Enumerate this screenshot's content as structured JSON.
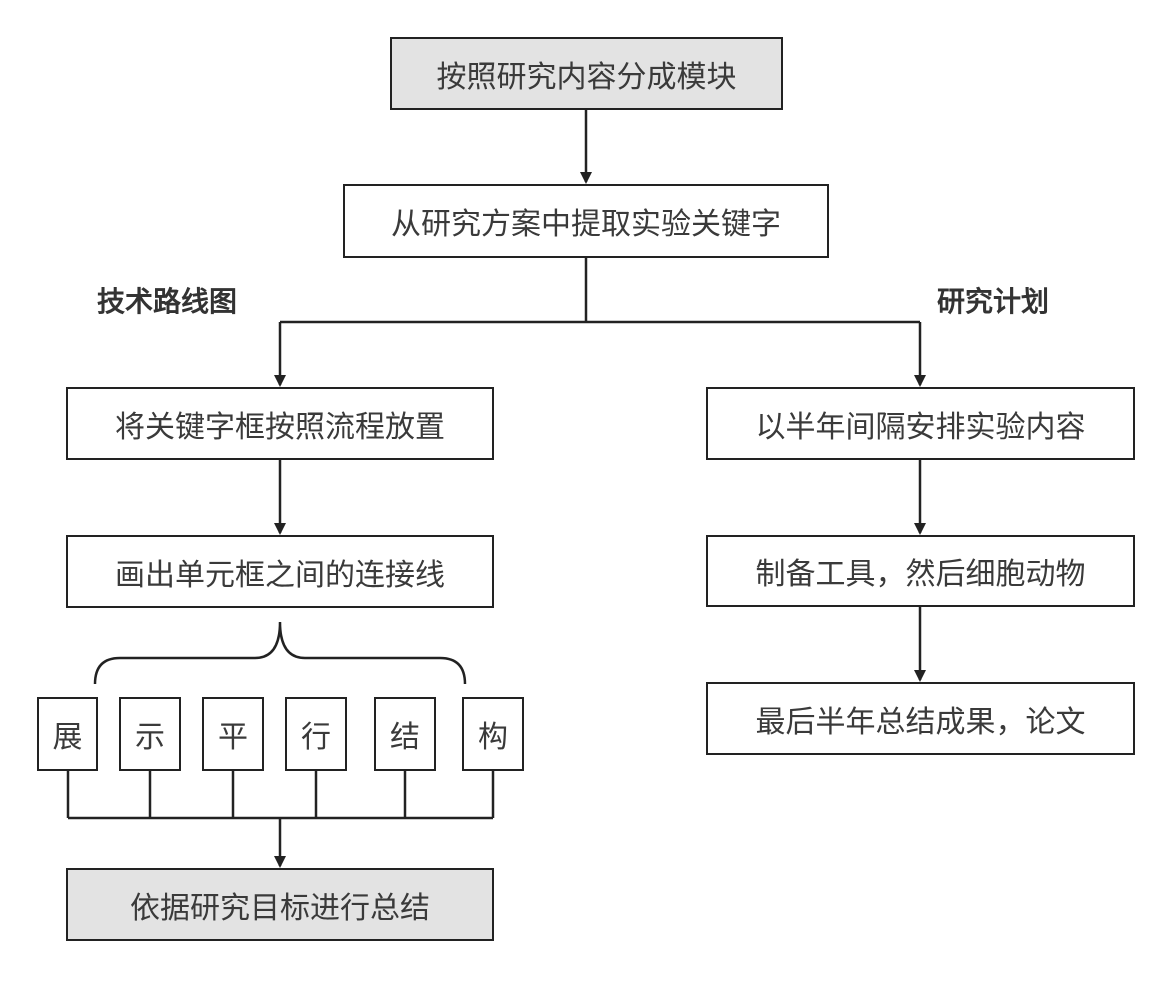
{
  "top_box": "按照研究内容分成模块",
  "extract_box": "从研究方案中提取实验关键字",
  "left_label": "技术路线图",
  "right_label": "研究计划",
  "left_steps": [
    "将关键字框按照流程放置",
    "画出单元框之间的连接线"
  ],
  "structure_chars": [
    "展",
    "示",
    "平",
    "行",
    "结",
    "构"
  ],
  "summary_box": "依据研究目标进行总结",
  "right_steps": [
    "以半年间隔安排实验内容",
    "制备工具，然后细胞动物",
    "最后半年总结成果，论文"
  ]
}
